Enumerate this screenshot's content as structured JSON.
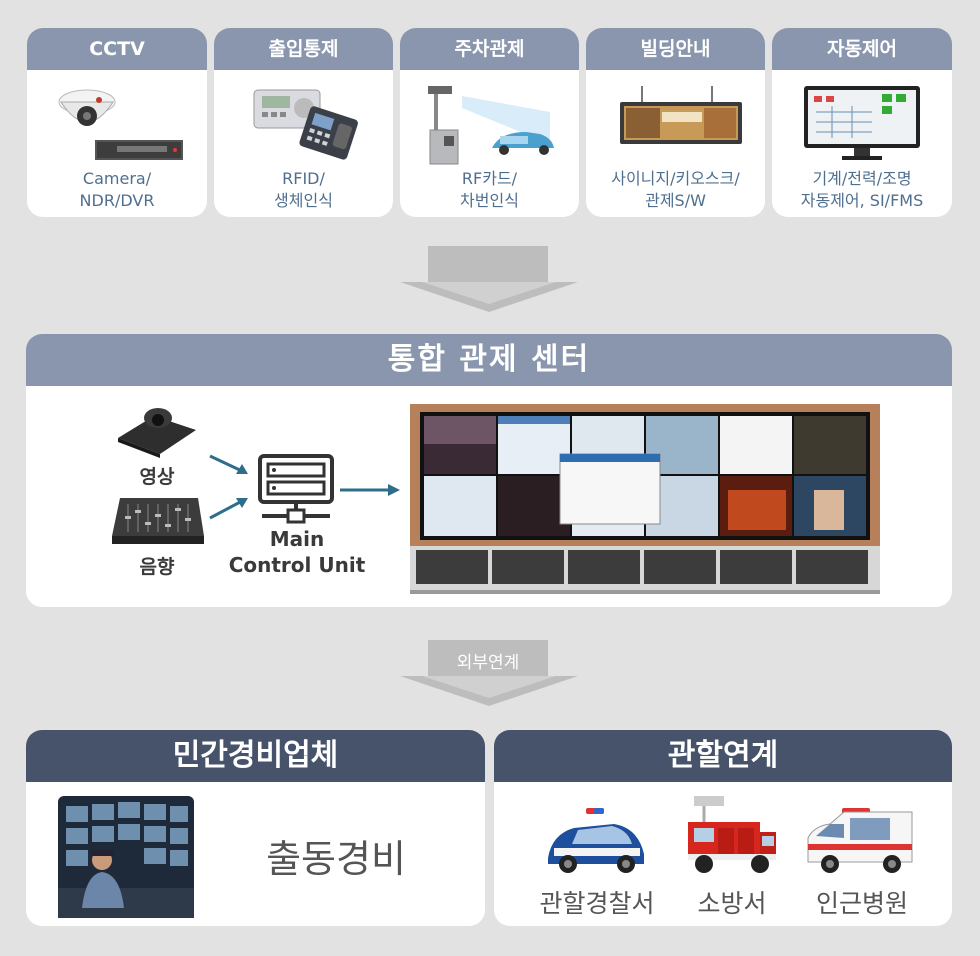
{
  "systems": [
    {
      "title": "CCTV",
      "lines": [
        "Camera/",
        "NDR/DVR"
      ],
      "icon": "camera-icon"
    },
    {
      "title": "출입통제",
      "lines": [
        "RFID/",
        "생체인식"
      ],
      "icon": "rfid-reader-icon"
    },
    {
      "title": "주차관제",
      "lines": [
        "RF카드/",
        "차번인식"
      ],
      "icon": "parking-gate-icon"
    },
    {
      "title": "빌딩안내",
      "lines": [
        "사이니지/키오스크/",
        "관제S/W"
      ],
      "icon": "signage-display-icon"
    },
    {
      "title": "자동제어",
      "lines": [
        "기계/전력/조명",
        "자동제어, SI/FMS"
      ],
      "icon": "monitor-icon"
    }
  ],
  "center": {
    "title": "통합 관제 센터",
    "video_label": "영상",
    "audio_label": "음향",
    "unit_line1": "Main",
    "unit_line2": "Control Unit"
  },
  "link_label": "외부연계",
  "security": {
    "title": "민간경비업체",
    "service": "출동경비"
  },
  "jurisdiction": {
    "title": "관할연계",
    "items": [
      "관할경찰서",
      "소방서",
      "인근병원"
    ]
  },
  "colors": {
    "header": "#8996ad",
    "dark_header": "#46536b",
    "caption": "#4f6f8f",
    "arrow": "#b9b9b9",
    "connector": "#2f6e8a"
  }
}
